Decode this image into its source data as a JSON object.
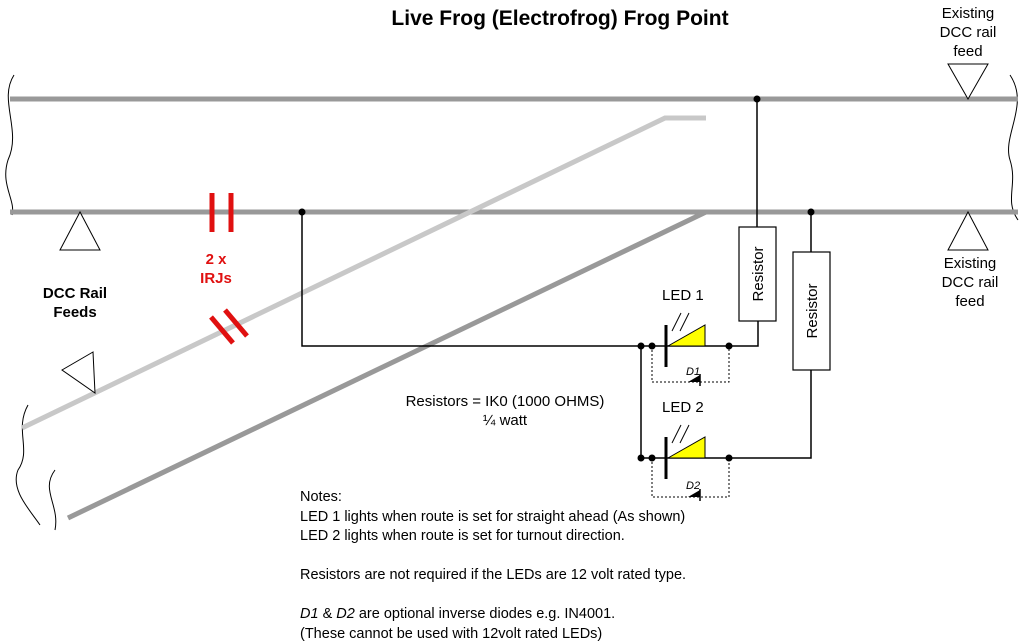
{
  "title": "Live Frog (Electrofrog)  Frog Point",
  "labels": {
    "feed_top_line1": "Existing",
    "feed_top_line2": "DCC rail",
    "feed_top_line3": "feed",
    "feed_right_line1": "Existing",
    "feed_right_line2": "DCC rail",
    "feed_right_line3": "feed",
    "dcc_feeds_line1": "DCC Rail",
    "dcc_feeds_line2": "Feeds",
    "irj_line1": "2 x",
    "irj_line2": "IRJs",
    "led1": "LED 1",
    "led2": "LED 2",
    "d1": "D1",
    "d2": "D2",
    "resistor1": "Resistor",
    "resistor2": "Resistor",
    "resistors_line1": "Resistors = IK0 (1000 OHMS)",
    "resistors_line2": "¼ watt"
  },
  "notes": {
    "heading": "Notes:",
    "line1": "LED 1 lights when route is set for straight ahead (As shown)",
    "line2": "LED 2 lights when route is set for turnout direction.",
    "line3": "Resistors are not required if the LEDs are 12 volt rated type.",
    "line4_d1": "D1",
    "line4_amp": " & ",
    "line4_d2": "D2",
    "line4_rest": " are optional inverse diodes e.g. IN4001.",
    "line5": "(These cannot be used with 12volt rated LEDs)"
  },
  "colors": {
    "rail": "#999999",
    "rail_light": "#c8c8c8",
    "irj": "#e01010",
    "led_fill": "#ffff00",
    "wire": "#000000"
  }
}
